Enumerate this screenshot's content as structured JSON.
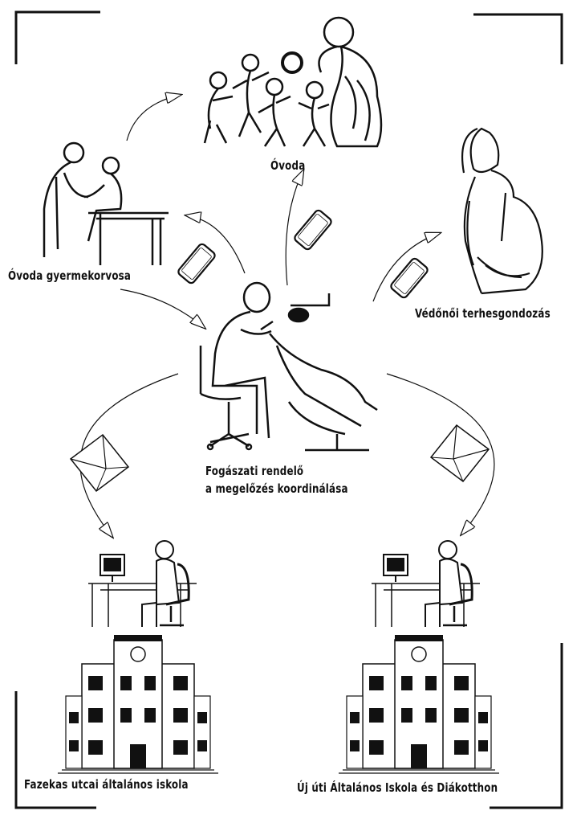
{
  "nodes": {
    "ovoda": {
      "label": "Óvoda",
      "icon": "kindergarten-children-icon"
    },
    "gyermekorvos": {
      "label": "Óvoda gyermekorvosa",
      "icon": "pediatrician-icon"
    },
    "vedono": {
      "label": "Védőnői terhesgondozás",
      "icon": "pregnant-woman-icon"
    },
    "fogaszat": {
      "line1": "Fogászati rendelő",
      "line2": "a megelőzés koordinálása",
      "icon": "dentist-icon"
    },
    "fazekas": {
      "label": "Fazekas utcai általános iskola",
      "icon": "school-building-icon"
    },
    "ujuti": {
      "label": "Új úti Általános Iskola és Diákotthon",
      "icon": "school-building-icon"
    }
  },
  "colors": {
    "ink": "#111111",
    "background": "#ffffff"
  }
}
